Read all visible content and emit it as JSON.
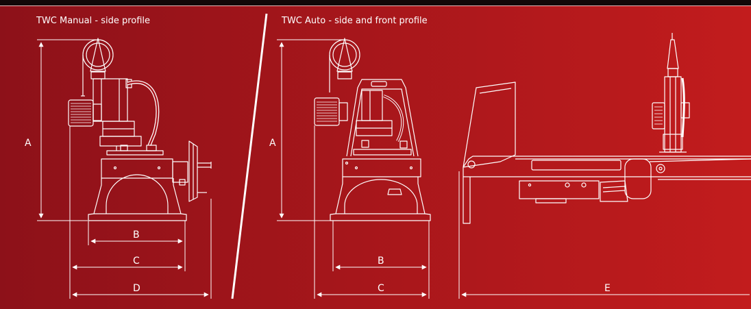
{
  "titles": {
    "manual": "TWC Manual - side profile",
    "auto": "TWC Auto - side and front profile"
  },
  "dimensions": {
    "manual": {
      "a": "A",
      "b": "B",
      "c": "C",
      "d": "D"
    },
    "auto": {
      "a": "A",
      "b": "B",
      "c": "C",
      "e": "E"
    }
  },
  "colors": {
    "background_left": "#8d1119",
    "background_right": "#c21c1d",
    "line": "#ffffff"
  }
}
